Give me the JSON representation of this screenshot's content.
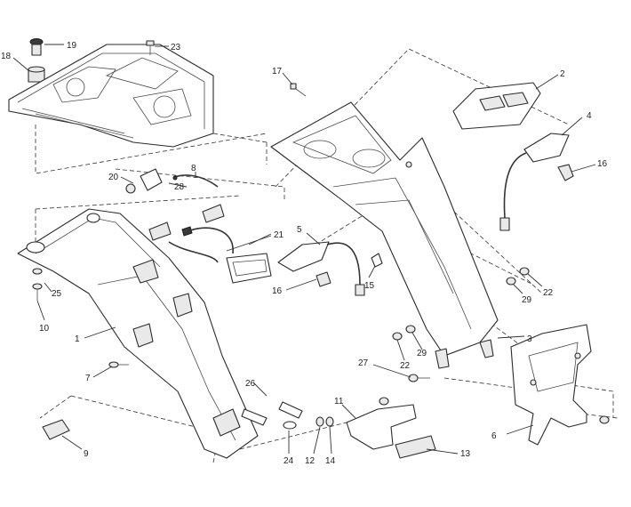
{
  "callouts": {
    "c1": "1",
    "c2": "2",
    "c3": "3",
    "c4": "4",
    "c5": "5",
    "c6": "6",
    "c7": "7",
    "c8": "8",
    "c9": "9",
    "c10": "10",
    "c11": "11",
    "c12": "12",
    "c13": "13",
    "c14": "14",
    "c15": "15",
    "c16a": "16",
    "c16b": "16",
    "c17": "17",
    "c18": "18",
    "c19": "19",
    "c20": "20",
    "c21": "21",
    "c22a": "22",
    "c22b": "22",
    "c23": "23",
    "c24": "24",
    "c25": "25",
    "c26": "26",
    "c27": "27",
    "c28": "28",
    "c29a": "29",
    "c29b": "29"
  },
  "colors": {
    "line": "#2b2b2b",
    "fill": "#ffffff",
    "shade": "#e9e9e9"
  }
}
